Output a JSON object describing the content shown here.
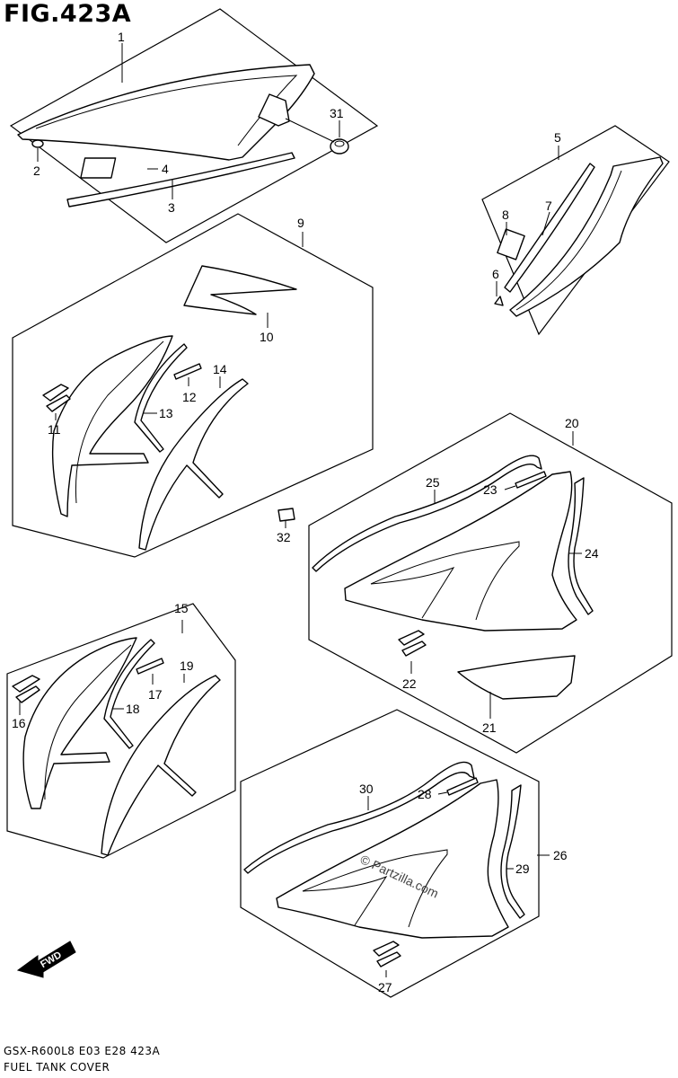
{
  "header": {
    "title": "FIG.423A"
  },
  "footer": {
    "model_line": "GSX-R600L8  E03  E28  423A",
    "caption": "FUEL TANK COVER"
  },
  "watermark": "© Partzilla.com",
  "fwd_label": "FWD",
  "callouts": {
    "c1": "1",
    "c2": "2",
    "c3": "3",
    "c4": "4",
    "c5": "5",
    "c6": "6",
    "c7": "7",
    "c8": "8",
    "c9": "9",
    "c10": "10",
    "c11": "11",
    "c12": "12",
    "c13": "13",
    "c14": "14",
    "c15": "15",
    "c16": "16",
    "c17": "17",
    "c18": "18",
    "c19": "19",
    "c20": "20",
    "c21": "21",
    "c22": "22",
    "c23": "23",
    "c24": "24",
    "c25": "25",
    "c26": "26",
    "c27": "27",
    "c28": "28",
    "c29": "29",
    "c30": "30",
    "c31": "31",
    "c32": "32"
  }
}
